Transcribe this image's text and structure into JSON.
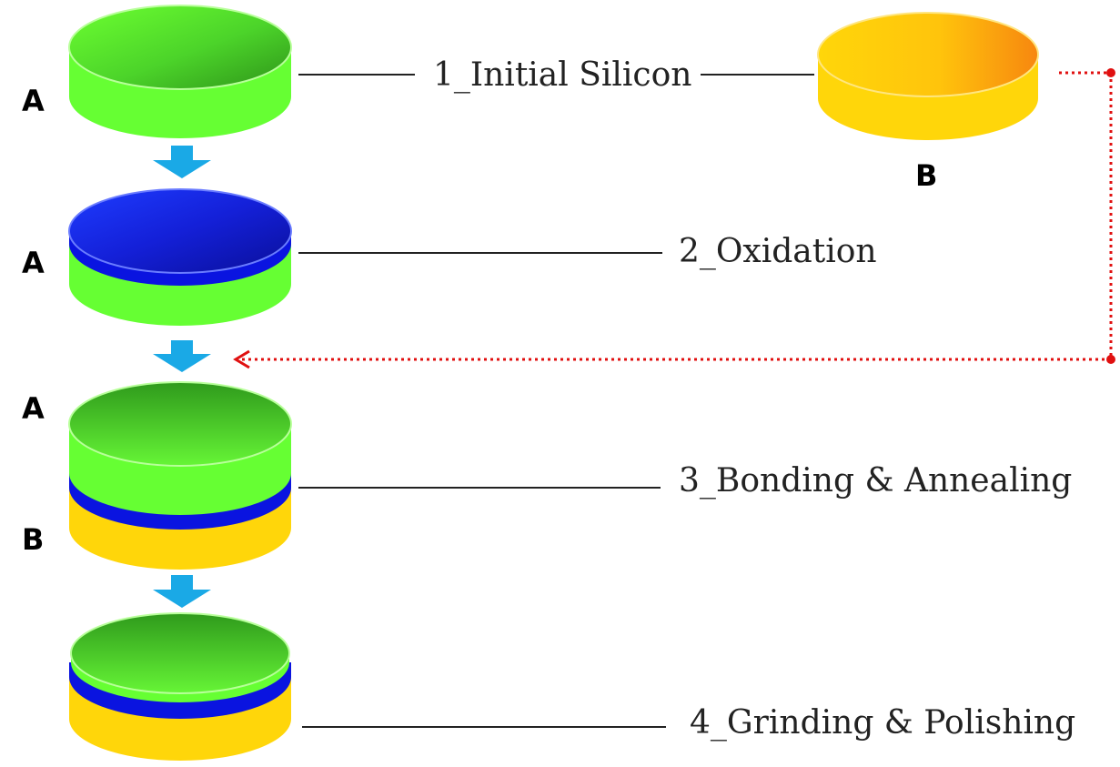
{
  "steps": [
    {
      "label": "1_Initial Silicon"
    },
    {
      "label": "2_Oxidation"
    },
    {
      "label": "3_Bonding & Annealing"
    },
    {
      "label": "4_Grinding & Polishing"
    }
  ],
  "wafer_labels": {
    "a_step1": "A",
    "a_step2": "A",
    "a_step3": "A",
    "b_step3": "B",
    "b_initial": "B"
  },
  "colors": {
    "silicon_a": "#66ff33",
    "silicon_a_dark": "#2e9b1a",
    "oxide": "#0a14e0",
    "silicon_b": "#ffd60a",
    "silicon_b_dark": "#f78a10",
    "flow_arrow": "#1aa9e6",
    "transfer_arrow": "#e01010"
  }
}
